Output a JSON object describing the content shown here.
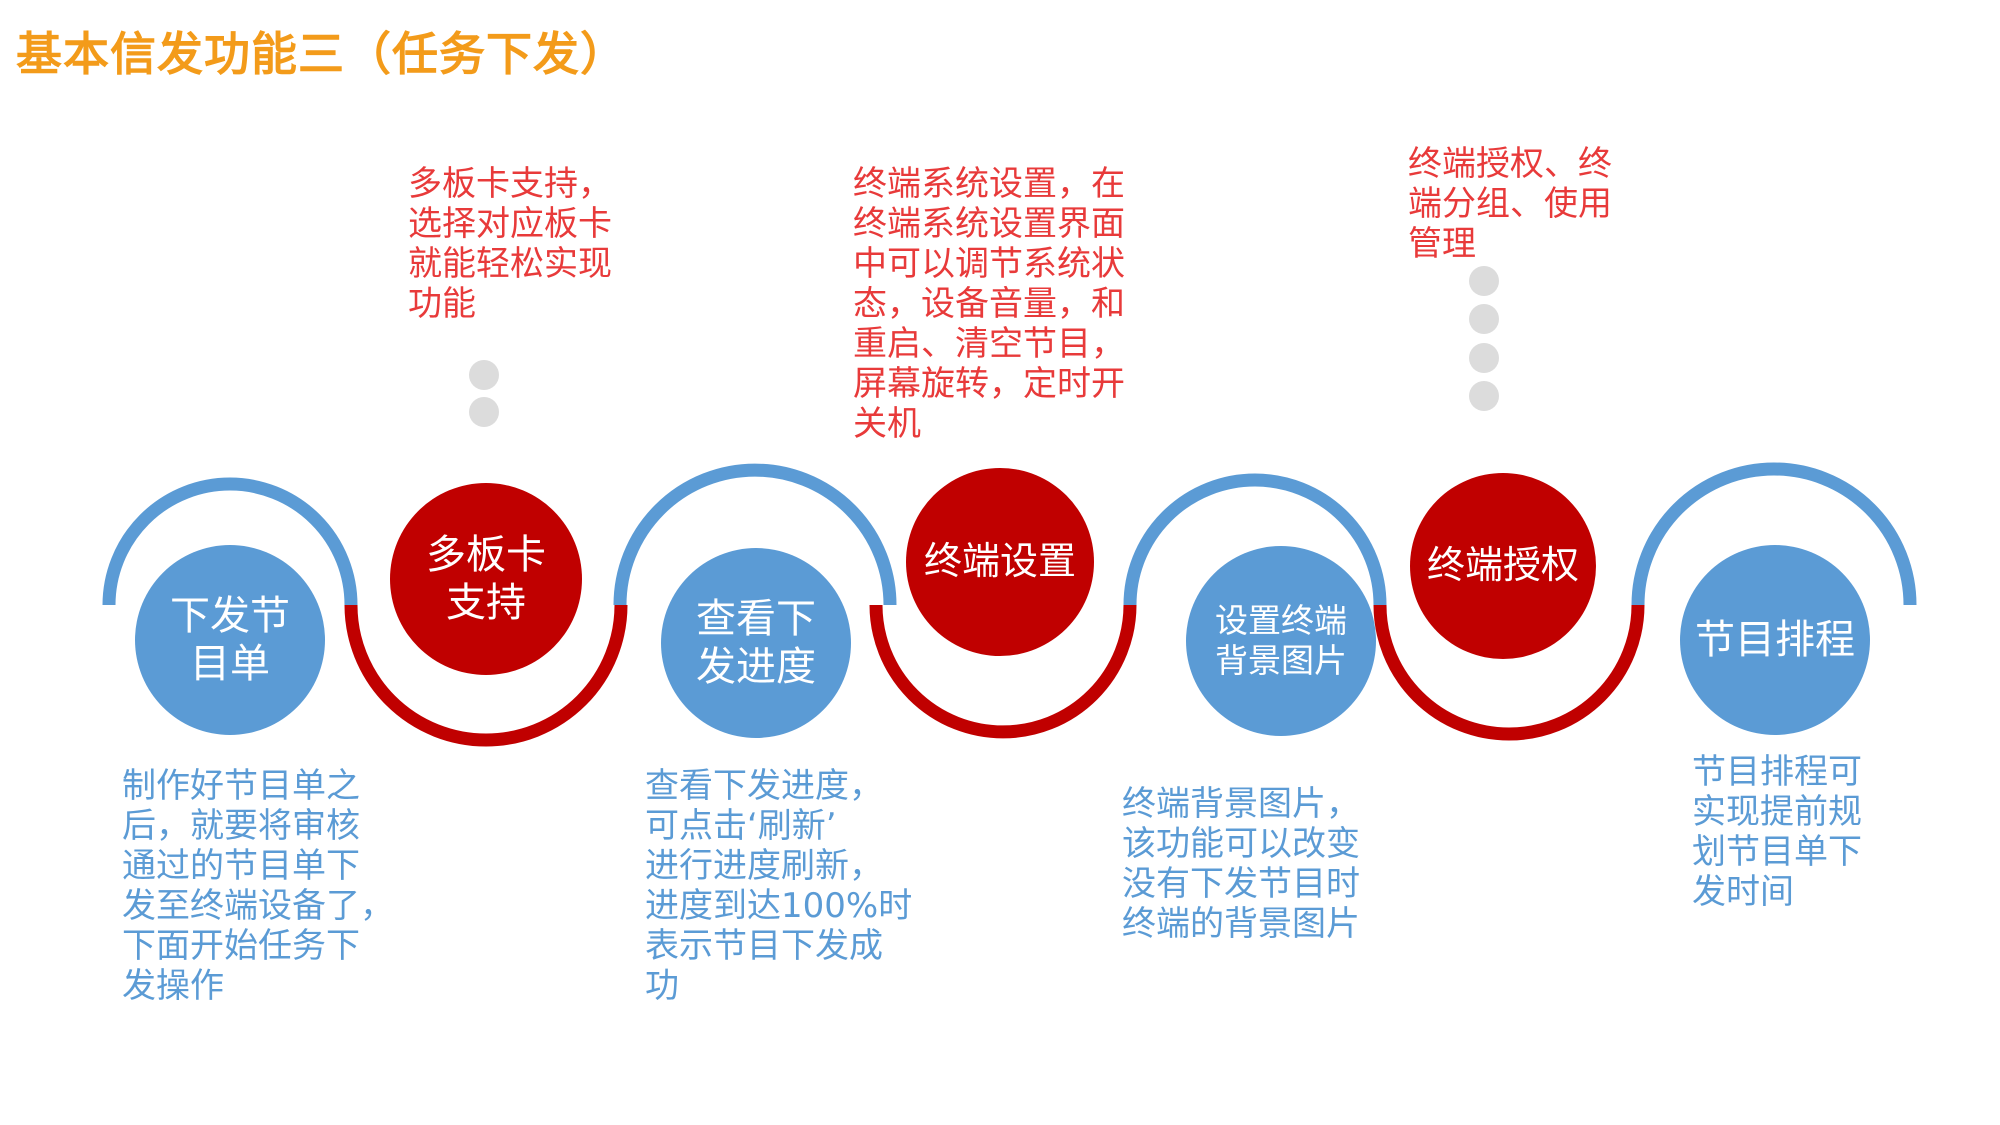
{
  "page": {
    "title": "基本信发功能三（任务下发）",
    "colors": {
      "title": "#F39B1A",
      "blue": "#5B9BD5",
      "red": "#C00000",
      "red_text": "#E83A3A",
      "dot": "#DCDCDC"
    }
  },
  "steps": [
    {
      "label": "下发节\n目单",
      "description": "制作好节目单之\n后，就要将审核\n通过的节目单下\n发至终端设备了，\n下面开始任务下\n发操作",
      "color": "blue"
    },
    {
      "label": "多板卡\n支持",
      "description": "多板卡支持，\n选择对应板卡\n就能轻松实现\n功能",
      "color": "red"
    },
    {
      "label": "查看下\n发进度",
      "description": "查看下发进度，\n可点击‘刷新’\n进行进度刷新，\n进度到达100%时\n表示节目下发成\n功",
      "color": "blue"
    },
    {
      "label": "终端设置",
      "description": "终端系统设置，在\n终端系统设置界面\n中可以调节系统状\n态，设备音量，和\n重启、清空节目，\n屏幕旋转，定时开\n关机",
      "color": "red"
    },
    {
      "label": "设置终端\n背景图片",
      "description": "终端背景图片，\n该功能可以改变\n没有下发节目时\n终端的背景图片",
      "color": "blue"
    },
    {
      "label": "终端授权",
      "description": "终端授权、终\n端分组、使用\n管理",
      "color": "red"
    },
    {
      "label": "节目排程",
      "description": "节目排程可\n实现提前规\n划节目单下\n发时间",
      "color": "blue"
    }
  ]
}
